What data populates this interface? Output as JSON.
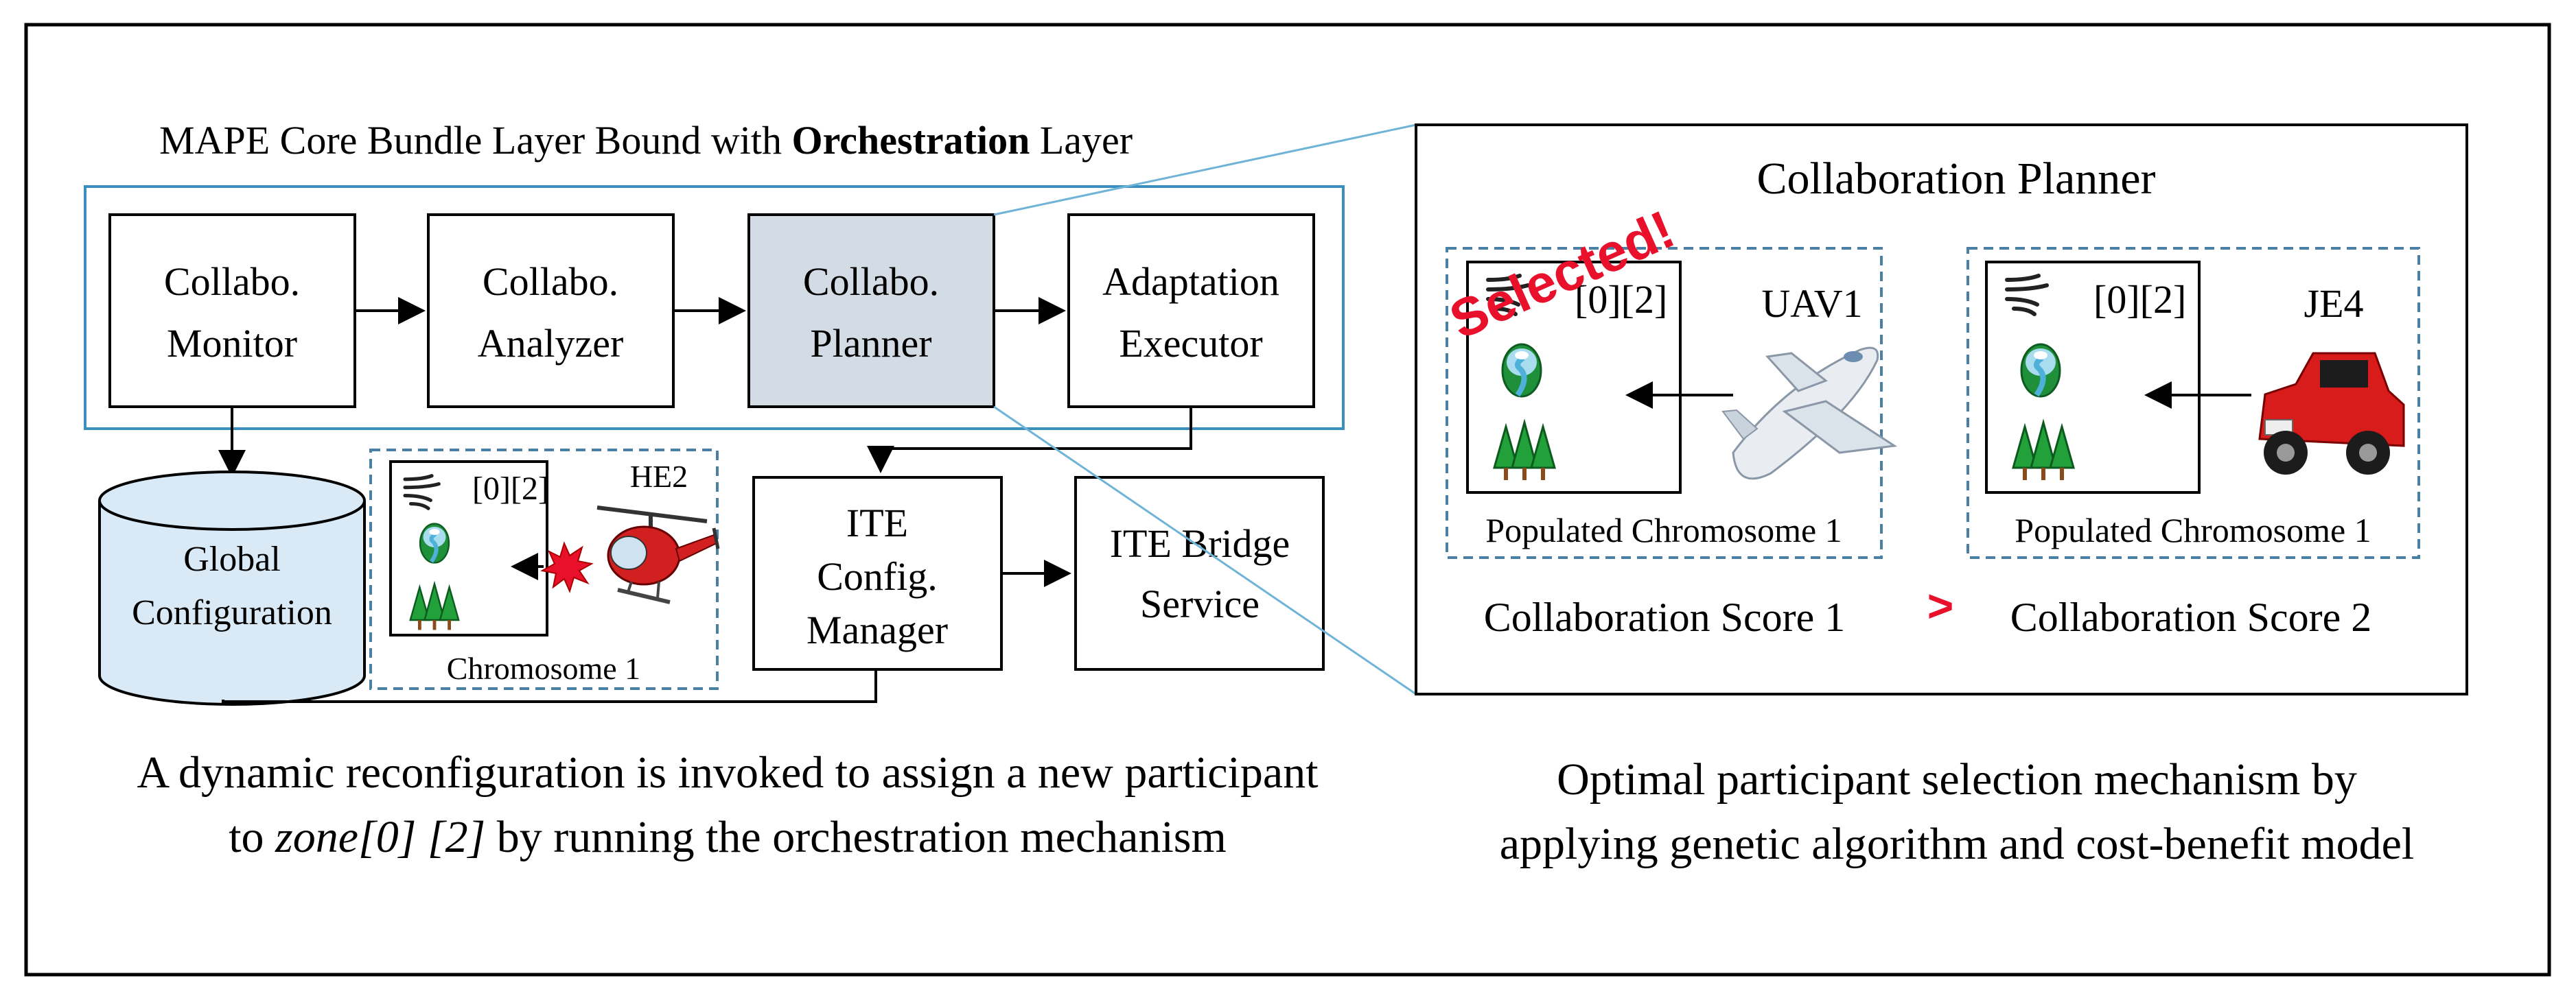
{
  "left_panel": {
    "title_prefix": "MAPE Core Bundle Layer Bound with ",
    "title_bold": "Orchestration",
    "title_suffix": " Layer",
    "boxes": {
      "monitor": [
        "Collabo.",
        "Monitor"
      ],
      "analyzer": [
        "Collabo.",
        "Analyzer"
      ],
      "planner": [
        "Collabo.",
        "Planner"
      ],
      "executor": [
        "Adaptation",
        "Executor"
      ],
      "config_manager": [
        "ITE",
        "Config.",
        "Manager"
      ],
      "bridge": [
        "ITE Bridge",
        "Service"
      ]
    },
    "database": [
      "Global",
      "Configuration"
    ],
    "chromosome": {
      "zone_label": "[0][2]",
      "participant": "HE2",
      "caption": "Chromosome 1"
    },
    "caption_line1": "A dynamic reconfiguration is invoked to assign a new participant",
    "caption_line2_prefix": "to ",
    "caption_line2_italic": "zone[0] [2]",
    "caption_line2_suffix": " by running the orchestration mechanism"
  },
  "right_panel": {
    "title": "Collaboration Planner",
    "selected_stamp": "Selected!",
    "chromosome_a": {
      "zone_label": "[0][2]",
      "participant": "UAV1",
      "caption": "Populated Chromosome 1",
      "score": "Collaboration  Score 1"
    },
    "chromosome_b": {
      "zone_label": "[0][2]",
      "participant": "JE4",
      "caption": "Populated Chromosome 1",
      "score": "Collaboration  Score 2"
    },
    "comparison": ">",
    "caption_line1": "Optimal participant selection mechanism by",
    "caption_line2": "applying genetic algorithm and cost-benefit model"
  },
  "colors": {
    "layer_border": "#3a8fbf",
    "planner_fill": "#d3dbe5",
    "database_fill": "#d9e9f5",
    "chromosome_border": "#4a7fa6",
    "selected_red": "#e8102a",
    "arrow": "#000000"
  },
  "icons": [
    "wind-icon",
    "river-landscape-icon",
    "pine-trees-icon",
    "helicopter-icon",
    "explosion-icon",
    "airplane-icon",
    "jeep-icon"
  ]
}
